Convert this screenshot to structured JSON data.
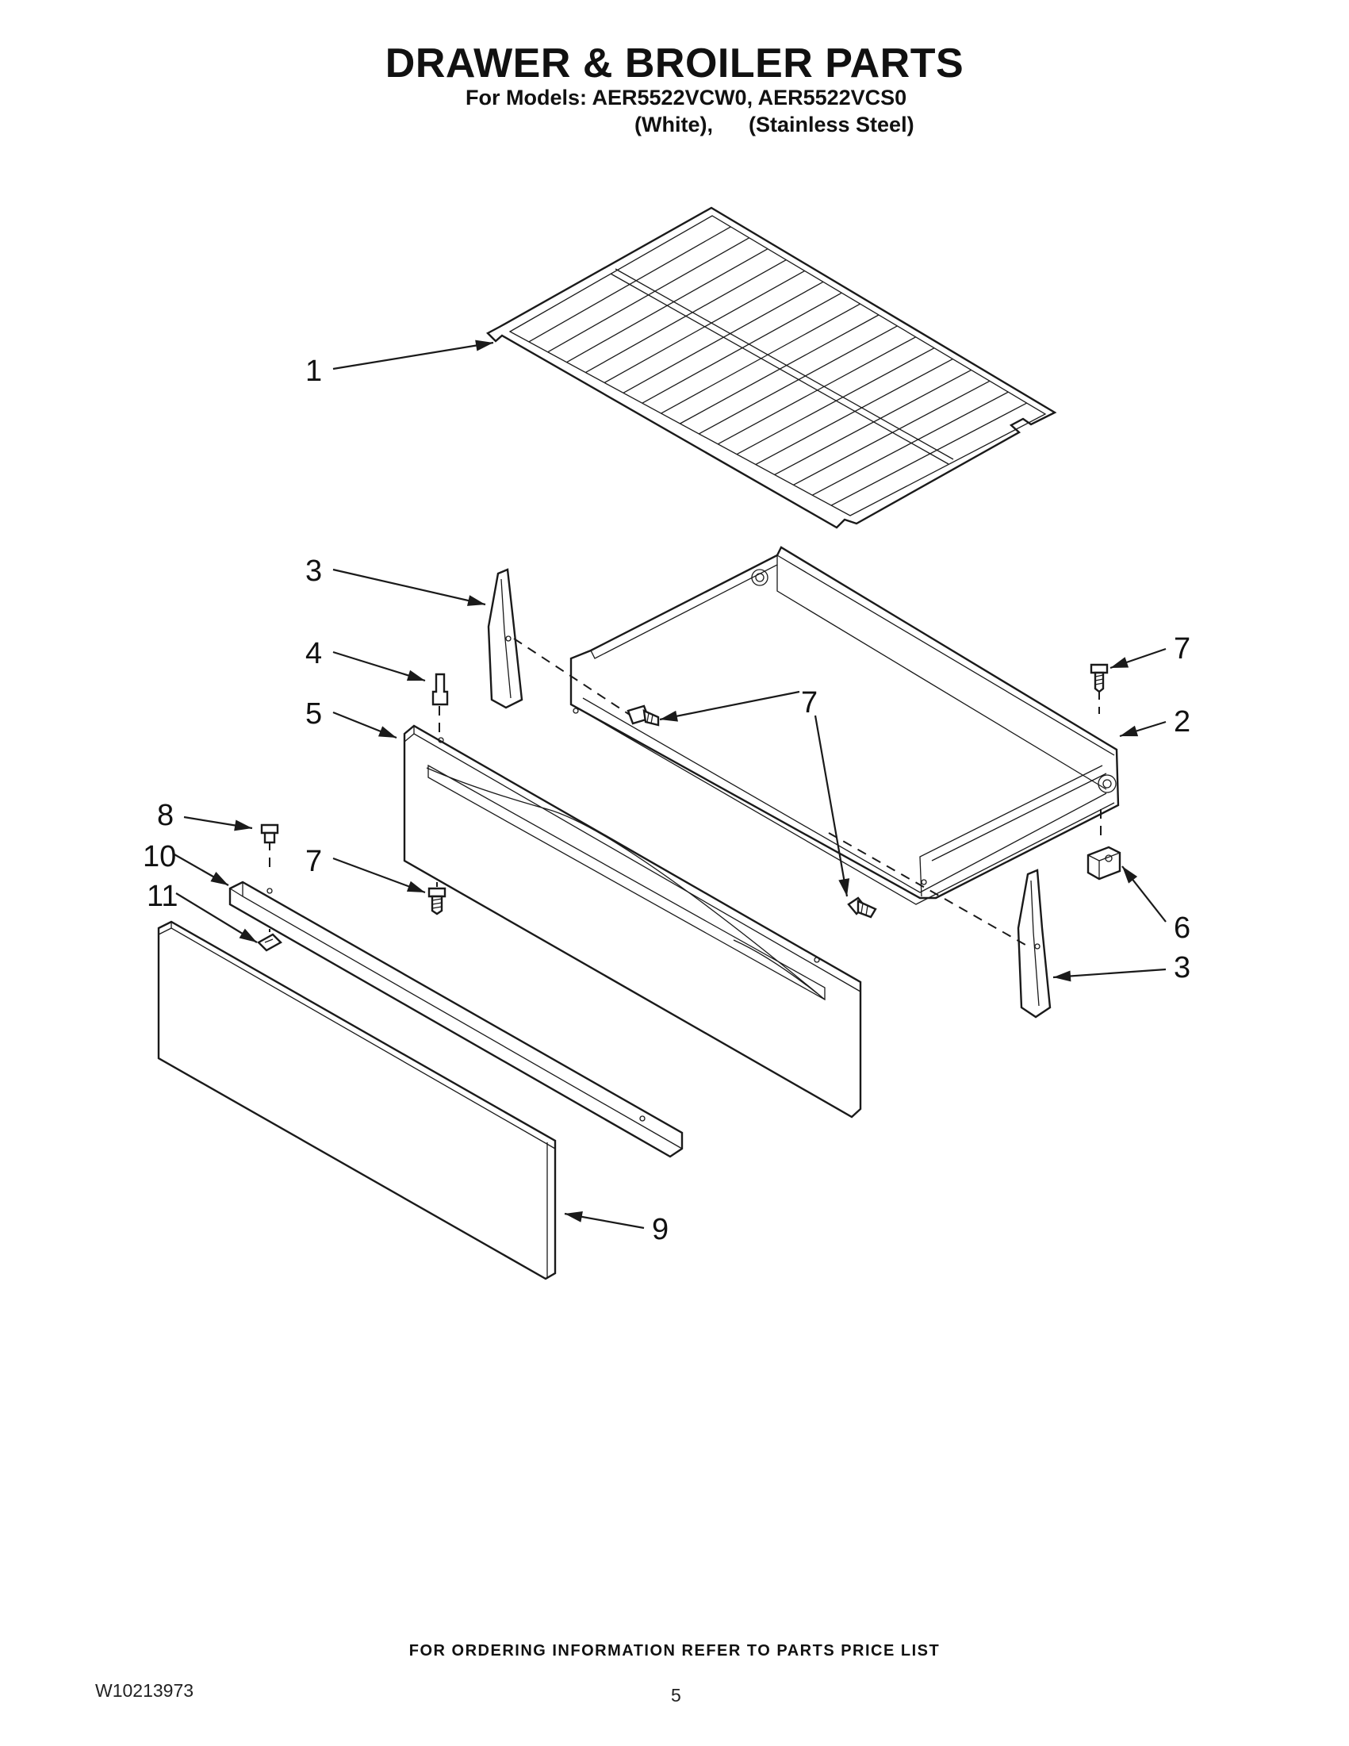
{
  "header": {
    "title": "DRAWER & BROILER PARTS",
    "models_line": "For Models: AER5522VCW0, AER5522VCS0",
    "variants_line": "(White),      (Stainless Steel)"
  },
  "callouts": [
    {
      "label": "1",
      "part": "rack"
    },
    {
      "label": "2",
      "part": "drawer-body"
    },
    {
      "label": "3",
      "part": "glide-left"
    },
    {
      "label": "3",
      "part": "glide-right"
    },
    {
      "label": "4",
      "part": "stud"
    },
    {
      "label": "5",
      "part": "drawer-panel"
    },
    {
      "label": "6",
      "part": "bracket"
    },
    {
      "label": "7",
      "part": "screw-top-right"
    },
    {
      "label": "7",
      "part": "screw-center"
    },
    {
      "label": "7",
      "part": "screw-panel"
    },
    {
      "label": "8",
      "part": "screw-channel"
    },
    {
      "label": "9",
      "part": "drawer-front"
    },
    {
      "label": "10",
      "part": "channel"
    },
    {
      "label": "11",
      "part": "clip"
    }
  ],
  "footer": {
    "ordering_note": "FOR ORDERING INFORMATION REFER TO PARTS PRICE LIST",
    "doc_number": "W10213973",
    "page_number": "5"
  }
}
